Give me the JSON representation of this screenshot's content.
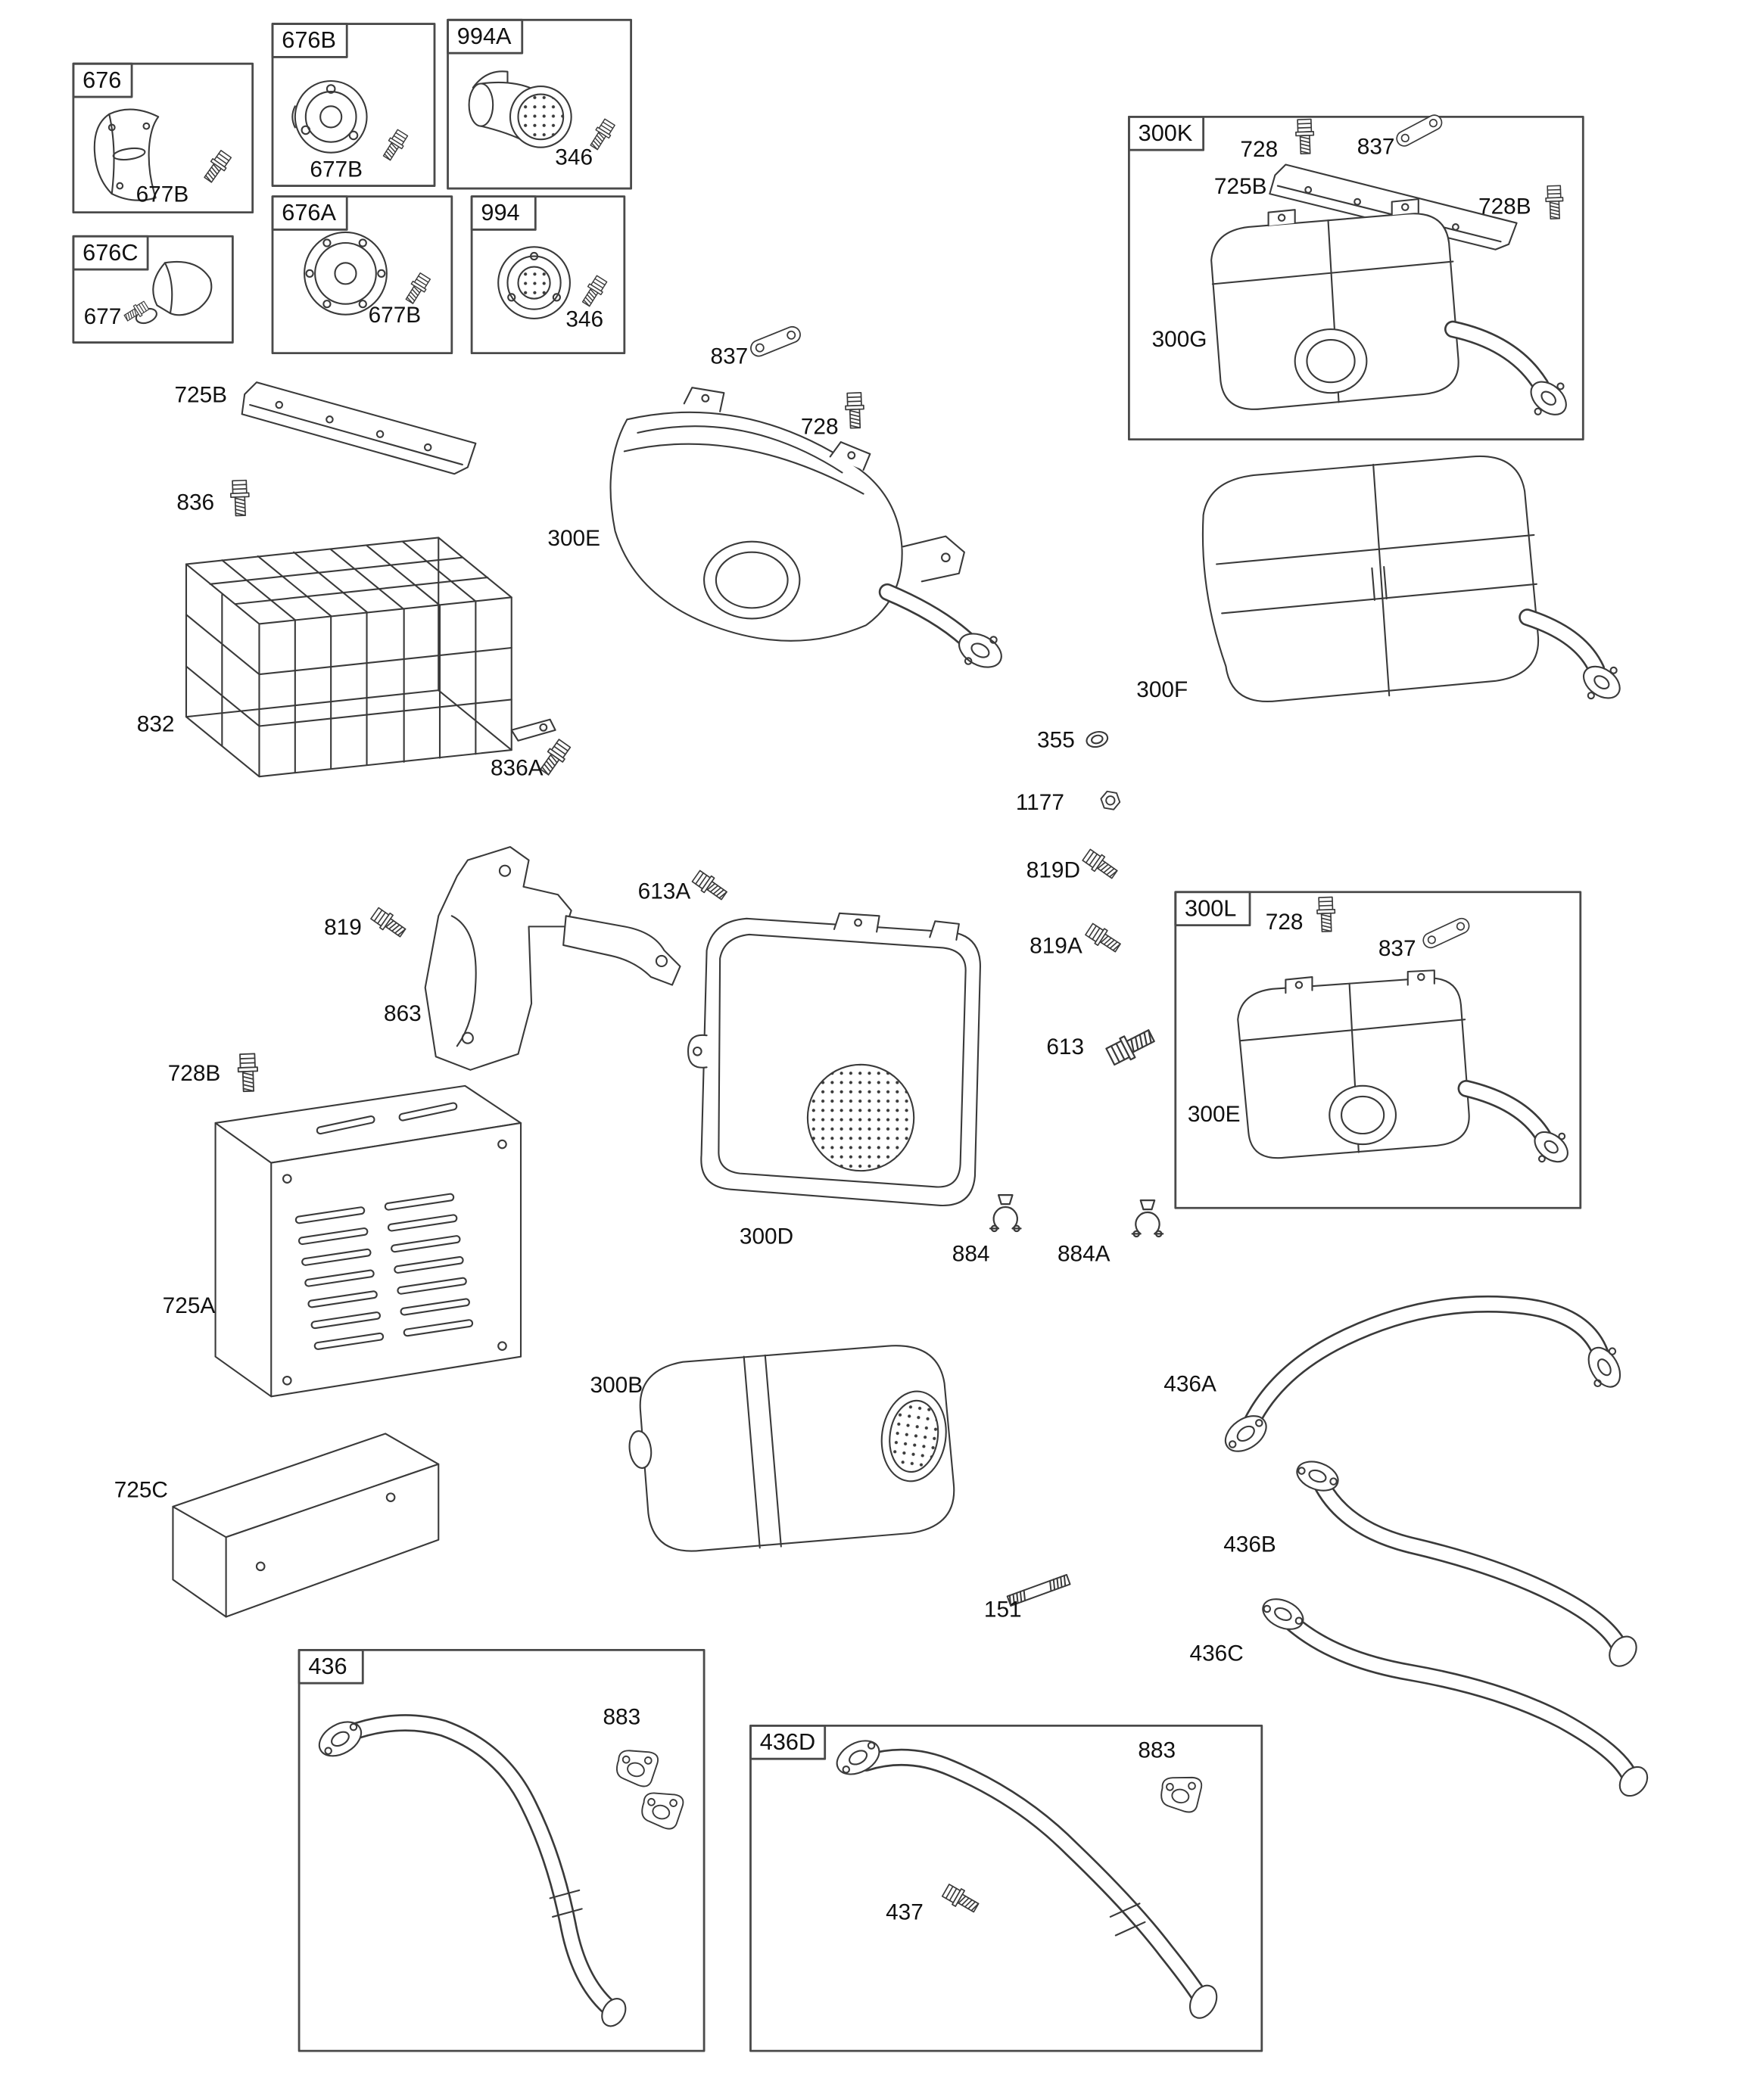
{
  "diagram": {
    "background": "#ffffff",
    "line_color": "#3a3a3a",
    "text_color": "#111111"
  },
  "callouts": {
    "b676": "676",
    "b676_677B": "677B",
    "b676B": "676B",
    "b676B_677B": "677B",
    "b994A": "994A",
    "b994A_346": "346",
    "b676A": "676A",
    "b676A_677B": "677B",
    "b994": "994",
    "b994_346": "346",
    "b676C": "676C",
    "b676C_677": "677",
    "p725B": "725B",
    "p836": "836",
    "p832": "832",
    "p836A": "836A",
    "p300E": "300E",
    "p837": "837",
    "p728": "728",
    "b300K": "300K",
    "b300K_728": "728",
    "b300K_837": "837",
    "b300K_725B": "725B",
    "b300K_728B": "728B",
    "b300K_300G": "300G",
    "p300F": "300F",
    "p355": "355",
    "p1177": "1177",
    "p819D": "819D",
    "p819A": "819A",
    "p613": "613",
    "p613A": "613A",
    "p819": "819",
    "p863": "863",
    "p728B": "728B",
    "p725A": "725A",
    "p300D": "300D",
    "p884": "884",
    "p884A": "884A",
    "b300L": "300L",
    "b300L_728": "728",
    "b300L_837": "837",
    "b300L_300E": "300E",
    "p300B": "300B",
    "p436A": "436A",
    "p436B": "436B",
    "p436C": "436C",
    "p725C": "725C",
    "p151": "151",
    "b436": "436",
    "b436_883": "883",
    "b436D": "436D",
    "b436D_883": "883",
    "b436D_437": "437"
  }
}
